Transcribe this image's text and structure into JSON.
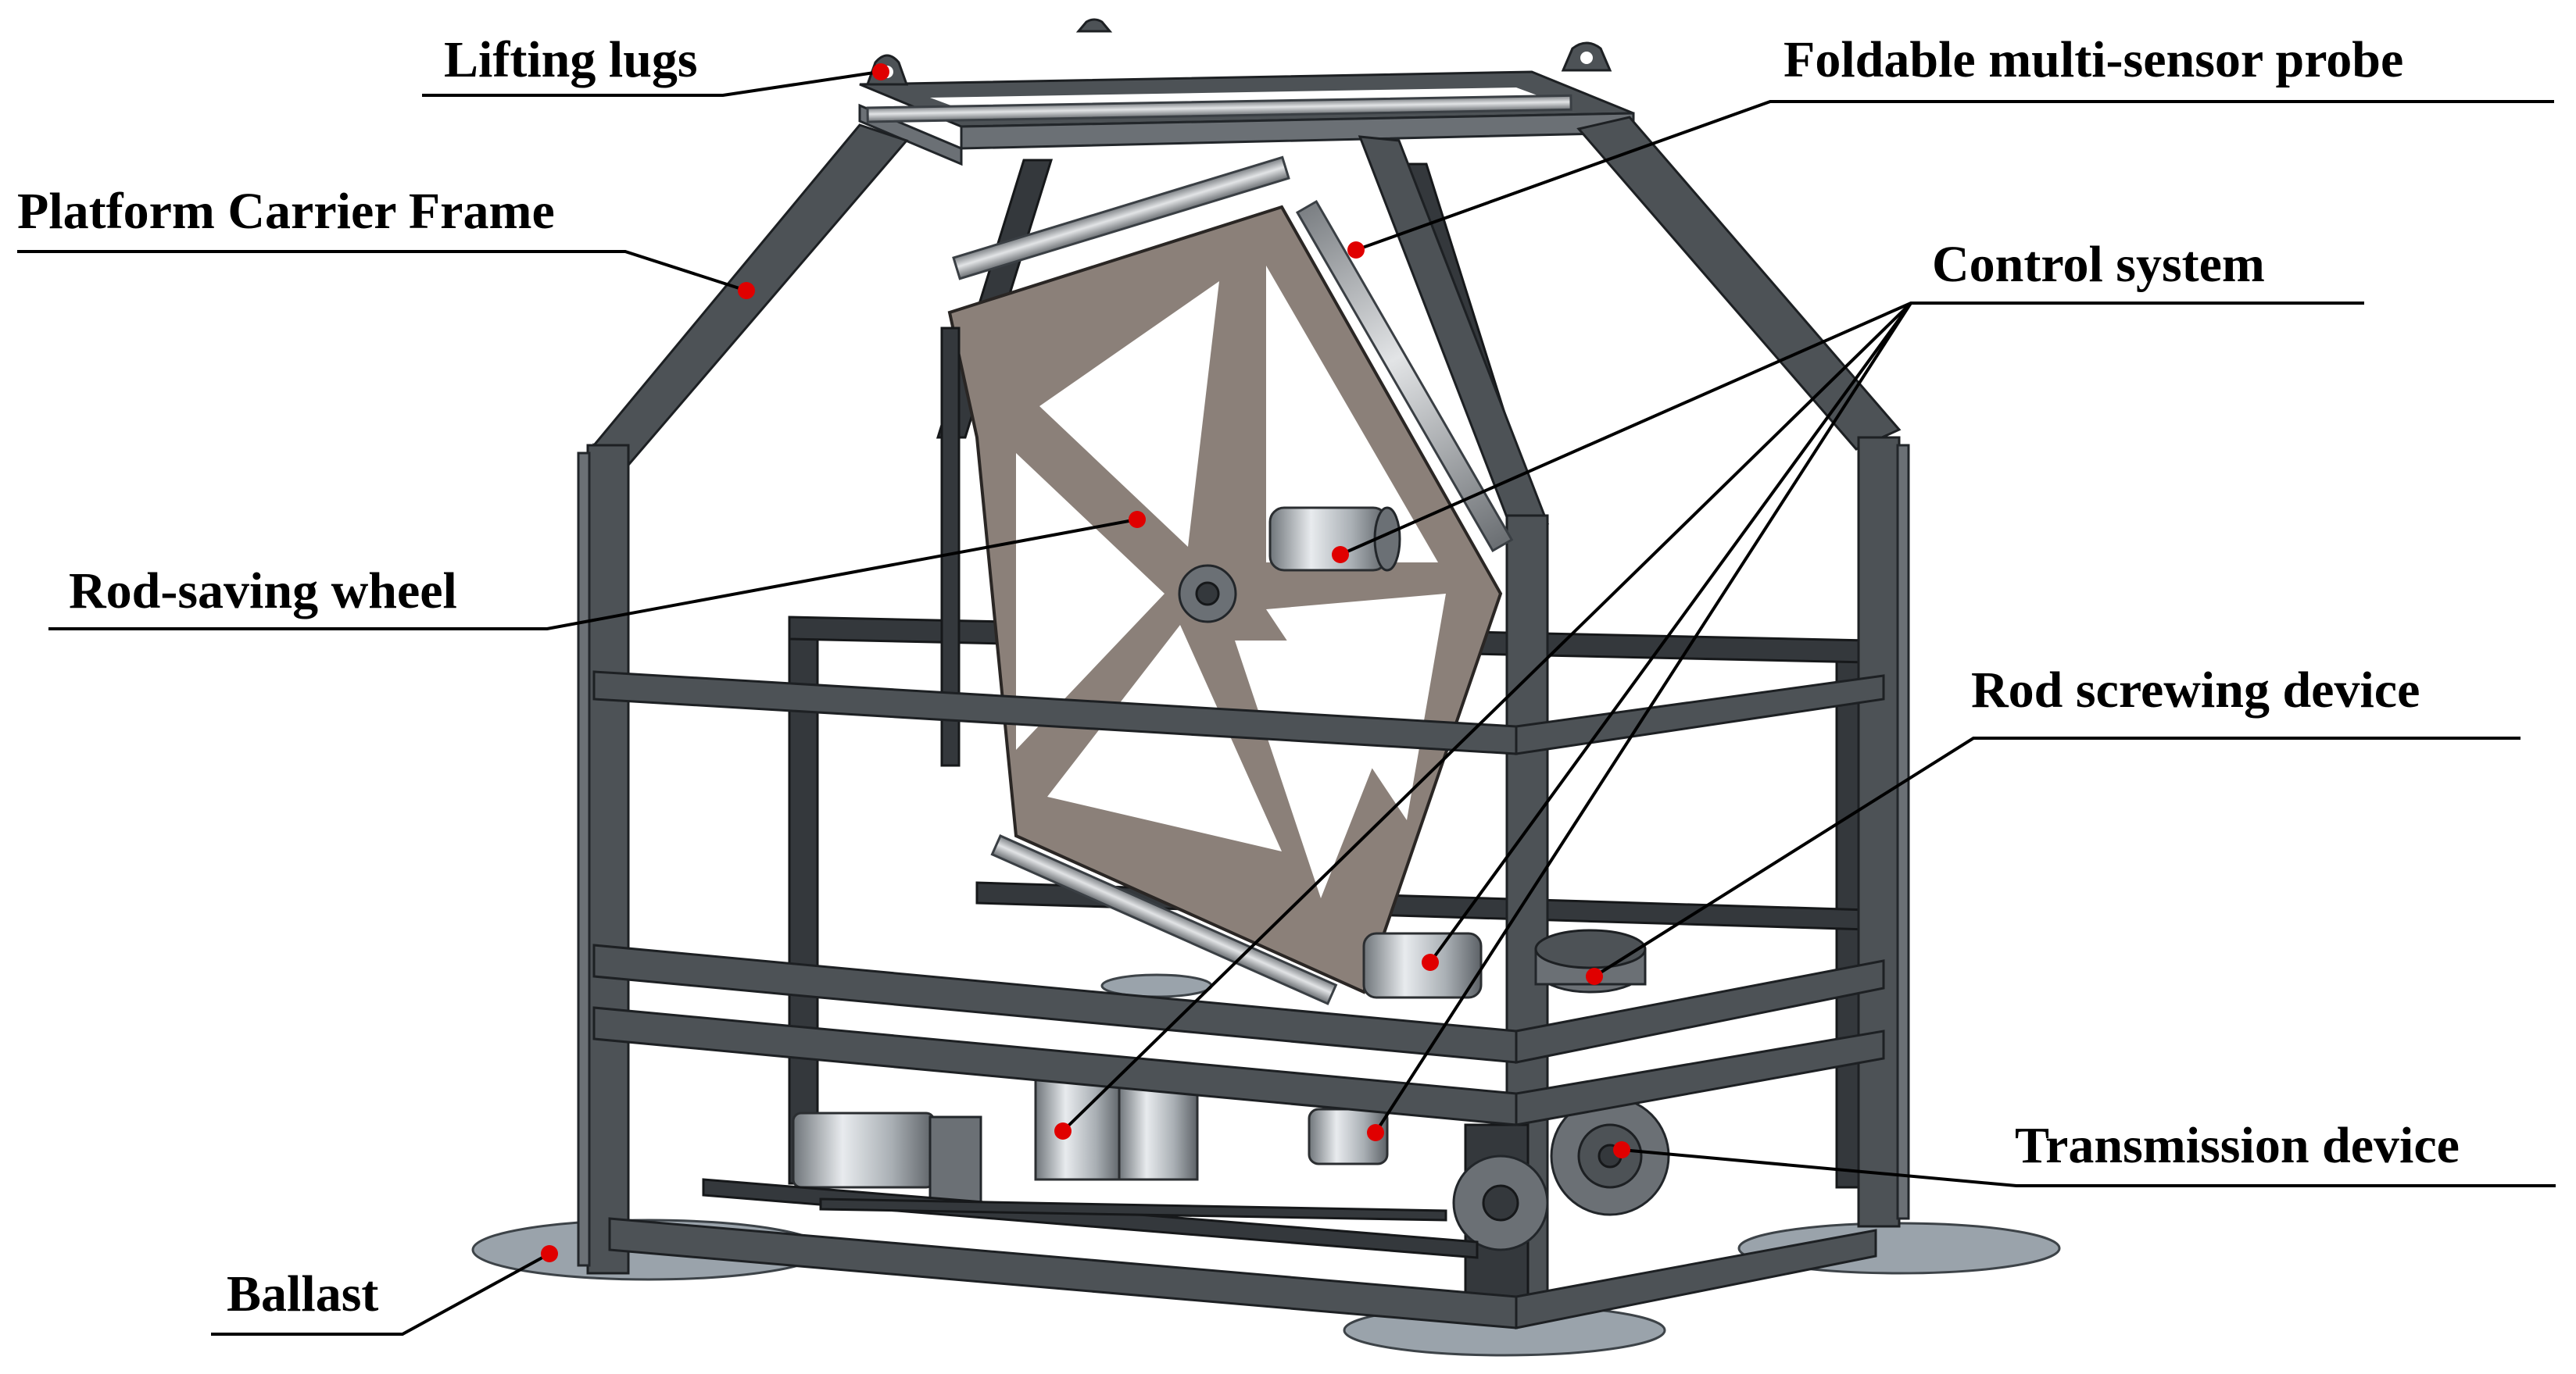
{
  "labels": {
    "lifting_lugs": "Lifting lugs",
    "platform_frame": "Platform Carrier Frame",
    "foldable_probe": "Foldable multi-sensor probe",
    "control_system": "Control system",
    "rod_saving_wheel": "Rod-saving wheel",
    "rod_screwing": "Rod screwing device",
    "transmission": "Transmission device",
    "ballast": "Ballast"
  },
  "colors": {
    "marker_dot": "#e00000",
    "frame_steel": "#4d5256",
    "wheel_plate": "#8b8079",
    "text": "#000000"
  }
}
